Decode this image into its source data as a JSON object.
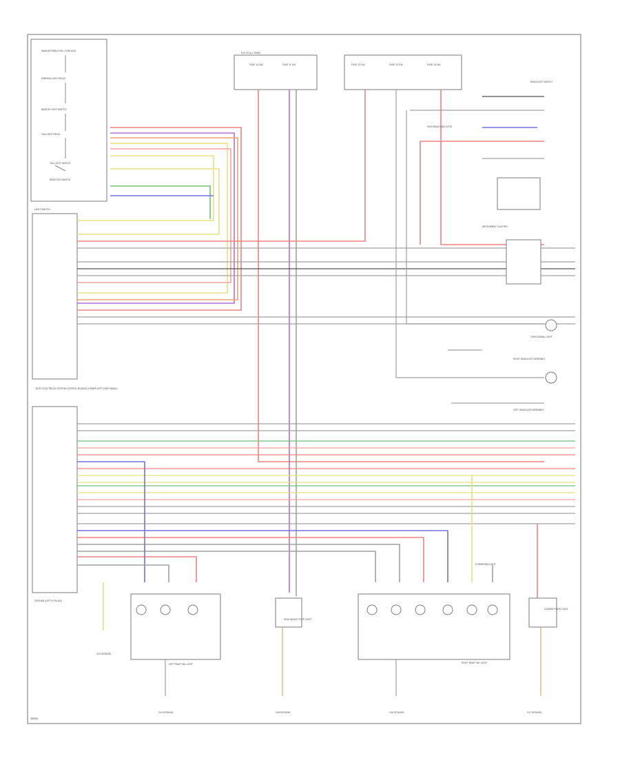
{
  "diagram": {
    "figure_number": "J0000",
    "colors": {
      "red": "#f08080",
      "pink": "#f2a0a0",
      "blue": "#7070e0",
      "violet": "#b070d0",
      "yellow": "#e8e080",
      "green": "#70c070",
      "orange": "#f0a070",
      "gray": "#a0a0a0",
      "dark": "#505050"
    },
    "left_panel": {
      "items": [
        "MAIN DISTRIBUTION / FUSE BOX",
        "PARKING LIGHT RELAY",
        "BACKUP LIGHT SWITCH",
        "TAIL LIGHT RELAY",
        "TAIL LIGHT SWITCH",
        "REAR FOG SWITCH"
      ],
      "light_switch_label": "LIGHT SWITCH",
      "module_label": "BODY ELECTRICAL SYSTEM CONTROL MODULE (LOWER LEFT DASH PANEL)",
      "ground_label": "GROUND (LEFT A-PILLAR)"
    },
    "fuse_block": {
      "fuses": [
        "FUSE 10 15A",
        "FUSE 11 10A",
        "FUSE 12 10A",
        "FUSE 13 10A",
        "FUSE 14 15A"
      ],
      "header": "HOT AT ALL TIMES"
    },
    "right_panel": {
      "labels": [
        "HEADLIGHT SWITCH",
        "TURN SIGNAL LIGHT",
        "HIGH BEAM INDICATOR",
        "RIGHT HEADLIGHT ASSEMBLY",
        "LEFT HEADLIGHT ASSEMBLY",
        "INSTRUMENT CLUSTER",
        "CORNERING LIGHT"
      ]
    },
    "bottom": {
      "left_tail_label": "LEFT REAR TAIL LIGHT",
      "center_label": "HIGH MOUNT STOP LIGHT",
      "right_tail_label": "RIGHT REAR TAIL LIGHT",
      "plate_label": "LICENSE PLATE LIGHT",
      "ground_labels": [
        "G13 GROUND",
        "G14 GROUND",
        "G15 GROUND",
        "G16 GROUND",
        "G17 GROUND"
      ]
    }
  }
}
